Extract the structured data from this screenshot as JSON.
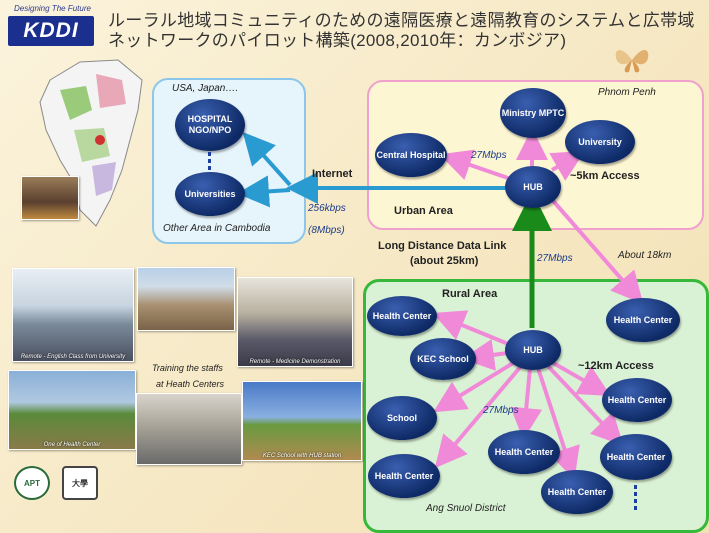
{
  "header": {
    "tagline": "Designing The Future",
    "logo": "KDDI",
    "title_line1": "ルーラル地域コミュニティのための遠隔医療と遠隔教育のシステムと広帯域",
    "title_line2": "ネットワークのパイロット構築(2008,2010年：カンボジア)"
  },
  "regions": {
    "left_top": "USA, Japan….",
    "left_bottom": "Other Area in Cambodia",
    "pink_title": "Phnom Penh",
    "pink_label": "Urban Area",
    "green_title": "Rural Area",
    "green_bottom": "Ang Snuol District"
  },
  "nodes": {
    "hospital": "HOSPITAL NGO/NPO",
    "universities": "Universities",
    "ministry": "Ministry MPTC",
    "central_hospital": "Central Hospital",
    "university": "University",
    "hub_urban": "HUB",
    "hub_rural": "HUB",
    "kec_school": "KEC School",
    "school": "School",
    "health_center": "Health Center"
  },
  "links": {
    "internet": "Internet",
    "bw_256": "256kbps",
    "bw_8m": "(8Mbps)",
    "urban_bw": "27Mbps",
    "urban_access": "~5km Access",
    "long_link_1": "Long Distance Data Link",
    "long_link_2": "(about 25km)",
    "long_bw": "27Mbps",
    "about_18": "About 18km",
    "rural_access": "~12km Access",
    "rural_bw": "27Mbps"
  },
  "photos": {
    "english_class": "Remote - English Class from University",
    "medicine": "Remote - Medicine Demonstration",
    "training_1": "Training the staffs",
    "training_2": "at Heath Centers",
    "health_center": "One of Health Center",
    "kec_hub": "KEC School with HUB station"
  },
  "logos": {
    "apt": "APT",
    "uni": "大學"
  }
}
